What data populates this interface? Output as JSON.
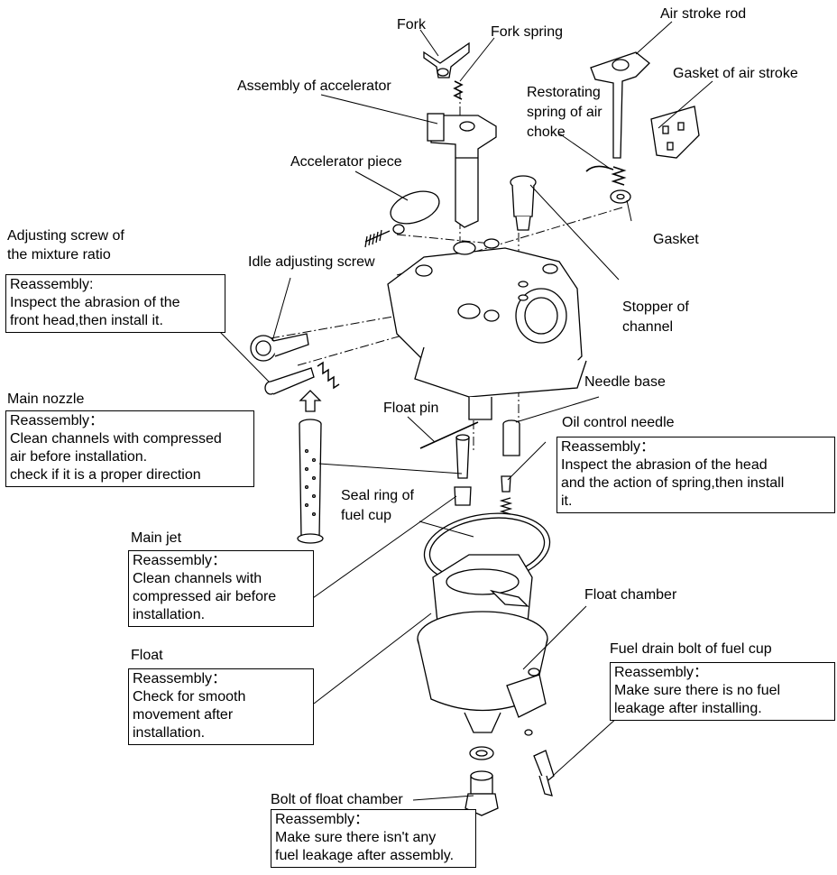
{
  "labels": {
    "fork": "Fork",
    "fork_spring": "Fork spring",
    "air_stroke_rod": "Air stroke  rod",
    "gasket_air_stroke": "Gasket of air stroke",
    "assembly_accelerator": "Assembly  of accelerator",
    "restorating_spring": [
      "Restorating",
      "spring  of  air",
      "choke"
    ],
    "accelerator_piece": "Accelerator piece",
    "gasket": "Gasket",
    "adjusting_screw": [
      "Adjusting screw  of",
      "the  mixture ratio"
    ],
    "idle_adjusting_screw": "Idle adjusting screw",
    "stopper_channel": [
      "Stopper  of",
      "channel"
    ],
    "main_nozzle": "Main nozzle",
    "needle_base": "Needle base",
    "float_pin": "Float pin",
    "oil_control_needle": "Oil control needle",
    "seal_ring": [
      "Seal ring of",
      "fuel cup"
    ],
    "main_jet": "Main jet",
    "float_chamber": "Float chamber",
    "float": "Float",
    "fuel_drain_bolt": "Fuel drain bolt of fuel cup",
    "bolt_float_chamber": "Bolt of float chamber"
  },
  "boxes": {
    "mixture": {
      "title": "Reassembly:",
      "lines": [
        "Inspect the abrasion of the",
        "front head,then install it."
      ]
    },
    "nozzle": {
      "title": "Reassembly：",
      "lines": [
        "Clean  channels with compressed",
        "air before installation.",
        "check if it is a proper direction"
      ]
    },
    "needle": {
      "title": "Reassembly：",
      "lines": [
        "Inspect the abrasion of the head",
        "and the action of spring,then install",
        "it."
      ]
    },
    "jet": {
      "title": "Reassembly：",
      "lines": [
        "Clean  channels with",
        "compressed air before",
        "installation."
      ]
    },
    "float": {
      "title": "Reassembly：",
      "lines": [
        "Check for smooth",
        "movement  after",
        "installation."
      ]
    },
    "drain": {
      "title": "Reassembly：",
      "lines": [
        "Make sure there is  no fuel",
        "leakage after installing."
      ]
    },
    "bolt": {
      "title": "Reassembly：",
      "lines": [
        "Make sure there isn't any",
        "fuel leakage after assembly."
      ]
    }
  }
}
